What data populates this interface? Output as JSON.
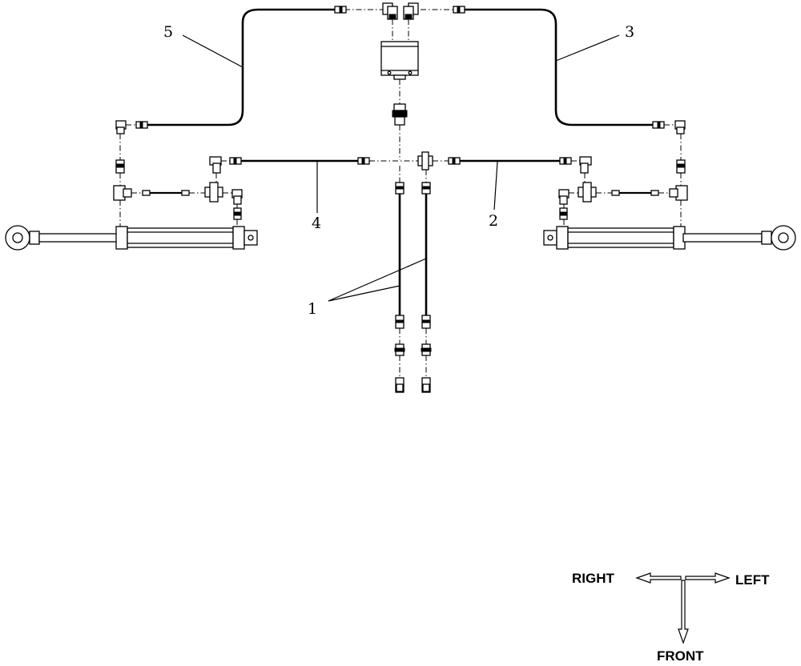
{
  "callouts": {
    "item1": "1",
    "item2": "2",
    "item3": "3",
    "item4": "4",
    "item5": "5"
  },
  "compass": {
    "right": "RIGHT",
    "left": "LEFT",
    "front": "FRONT"
  }
}
